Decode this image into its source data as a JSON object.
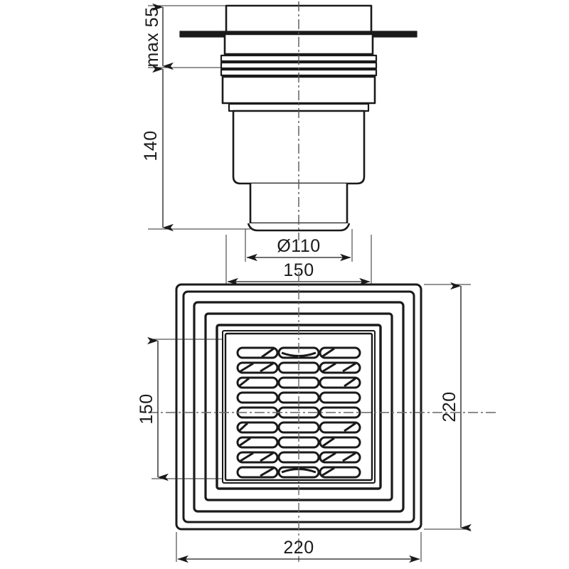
{
  "drawing": {
    "title": "Floor drain technical drawing",
    "type": "engineering-dimension-drawing",
    "line_color": "#1a1a1a",
    "thin_line_color": "#333333",
    "background": "#ffffff",
    "views": [
      {
        "name": "side-elevation-section",
        "position": "top"
      },
      {
        "name": "top-plan-view",
        "position": "bottom"
      }
    ]
  },
  "dimensions": {
    "max55": "max 55",
    "h140": "140",
    "dia110": "Ø110",
    "w150_top": "150",
    "grate150": "150",
    "plan220_bottom": "220",
    "plan220_right": "220"
  },
  "grate": {
    "columns": 3,
    "rows": 9,
    "slot_shape": "rounded-slot",
    "note": "grille with 27 oblong openings"
  },
  "frames": {
    "count": 6,
    "note": "nested square frame profile rings in plan view"
  }
}
